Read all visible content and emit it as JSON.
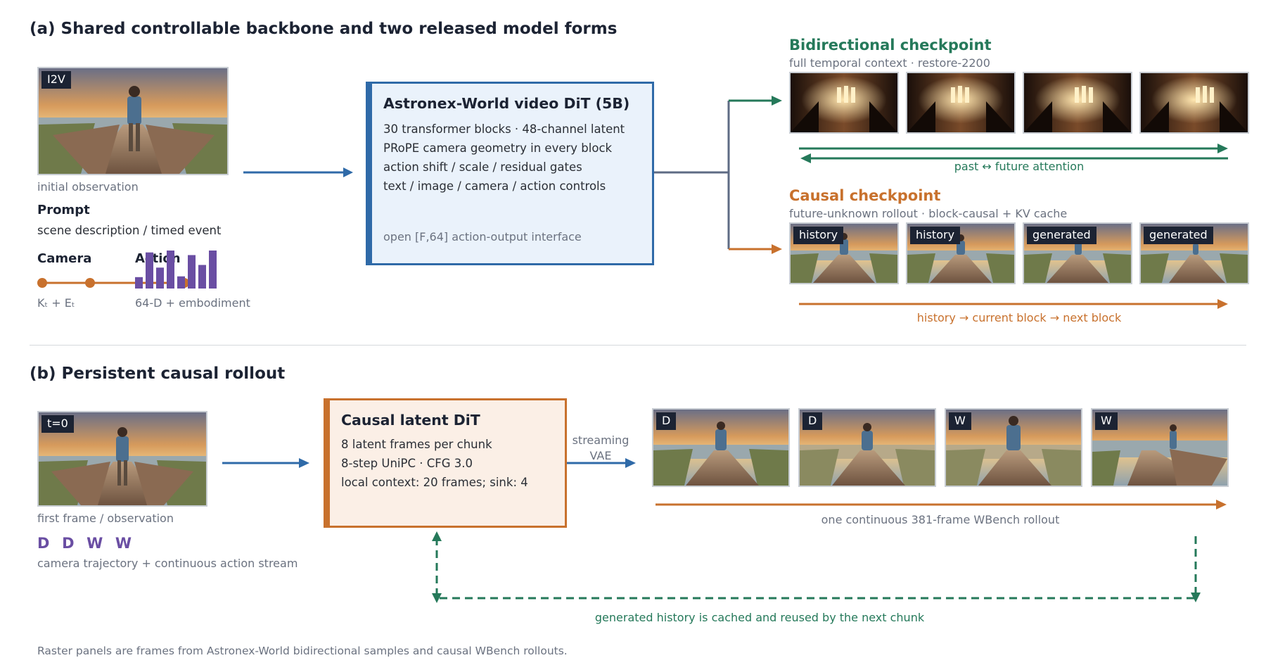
{
  "panel_a": {
    "title": "(a)  Shared controllable backbone and two released model forms",
    "input": {
      "tag": "I2V",
      "caption": "initial observation",
      "prompt_title": "Prompt",
      "prompt_desc": "scene description / timed event",
      "camera_title": "Camera",
      "action_title": "Action",
      "camera_caption": "Kₜ + Eₜ",
      "action_caption": "64-D + embodiment",
      "action_bar_levels": [
        0.3,
        0.95,
        0.55,
        1.0,
        0.32,
        0.88,
        0.62,
        1.0
      ]
    },
    "backbone": {
      "title": "Astronex-World video DiT (5B)",
      "lines": [
        "30 transformer blocks · 48-channel latent",
        "PRoPE camera geometry in every block",
        "action shift / scale / residual gates",
        "text / image / camera / action controls"
      ],
      "footer": "open [F,64] action-output interface"
    },
    "bidirectional": {
      "title": "Bidirectional checkpoint",
      "subtitle": "full temporal context · restore-2200",
      "arrow_label": "past ↔ future attention"
    },
    "causal": {
      "title": "Causal checkpoint",
      "subtitle": "future-unknown rollout · block-causal + KV cache",
      "tags": [
        "history",
        "history",
        "generated",
        "generated"
      ],
      "arrow_label": "history → current block → next block"
    }
  },
  "panel_b": {
    "title": "(b)  Persistent causal rollout",
    "input": {
      "tag": "t=0",
      "caption": "first frame / observation",
      "keys": [
        "D",
        "D",
        "W",
        "W"
      ],
      "keys_caption": "camera trajectory + continuous action stream"
    },
    "dit": {
      "title": "Causal latent DiT",
      "lines": [
        "8 latent frames per chunk",
        "8-step UniPC · CFG 3.0",
        "local context: 20 frames; sink: 4"
      ]
    },
    "vae_label_1": "streaming",
    "vae_label_2": "VAE",
    "frame_tags": [
      "D",
      "D",
      "W",
      "W"
    ],
    "rollout_label": "one continuous 381-frame WBench rollout",
    "cache_label": "generated history is cached and reused by the next chunk"
  },
  "footnote": "Raster panels are frames from Astronex-World bidirectional samples and causal WBench rollouts.",
  "colors": {
    "blue": "#2f6aa8",
    "green": "#25795a",
    "orange": "#c8712d",
    "purple": "#6a4ea3",
    "gray": "#5e6b84"
  }
}
